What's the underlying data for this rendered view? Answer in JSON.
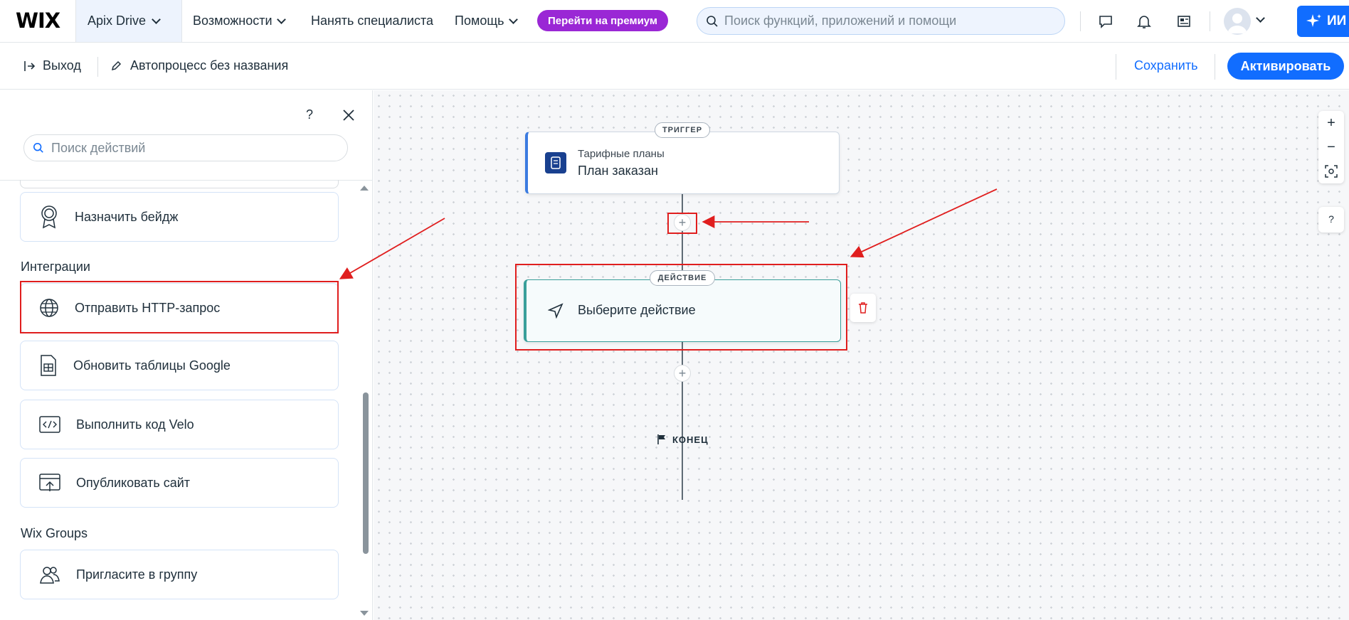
{
  "header": {
    "logo": "WIX",
    "site_name": "Apix Drive",
    "nav": [
      "Возможности",
      "Нанять специалиста",
      "Помощь"
    ],
    "premium_label": "Перейти на премиум",
    "search_placeholder": "Поиск функций, приложений и помощи",
    "ai_label": "ИИ"
  },
  "toolbar": {
    "exit_label": "Выход",
    "flow_name": "Автопроцесс без названия",
    "save_label": "Сохранить",
    "activate_label": "Активировать"
  },
  "panel": {
    "help_label": "?",
    "search_placeholder": "Поиск действий",
    "items_top": [
      {
        "label": "Назначить бейдж",
        "icon": "badge-icon"
      }
    ],
    "sections": [
      {
        "title": "Интеграции",
        "items": [
          {
            "label": "Отправить HTTP-запрос",
            "icon": "globe-icon"
          },
          {
            "label": "Обновить таблицы Google",
            "icon": "spreadsheet-icon"
          },
          {
            "label": "Выполнить код Velo",
            "icon": "code-icon"
          },
          {
            "label": "Опубликовать сайт",
            "icon": "publish-icon"
          }
        ]
      },
      {
        "title": "Wix Groups",
        "items": [
          {
            "label": "Пригласите в группу",
            "icon": "group-icon"
          }
        ]
      }
    ]
  },
  "flow": {
    "trigger": {
      "tag": "ТРИГГЕР",
      "app": "Тарифные планы",
      "event": "План заказан",
      "accent": "#3b7be0"
    },
    "action": {
      "tag": "ДЕЙСТВИЕ",
      "label": "Выберите действие",
      "accent": "#3a9f9a"
    },
    "end_label": "КОНЕЦ"
  },
  "canvas_controls": {
    "zoom_in": "+",
    "zoom_out": "−",
    "help": "?"
  },
  "colors": {
    "brand_blue": "#116dff",
    "premium_purple": "#9a27d5",
    "annotation_red": "#e01e1e"
  }
}
